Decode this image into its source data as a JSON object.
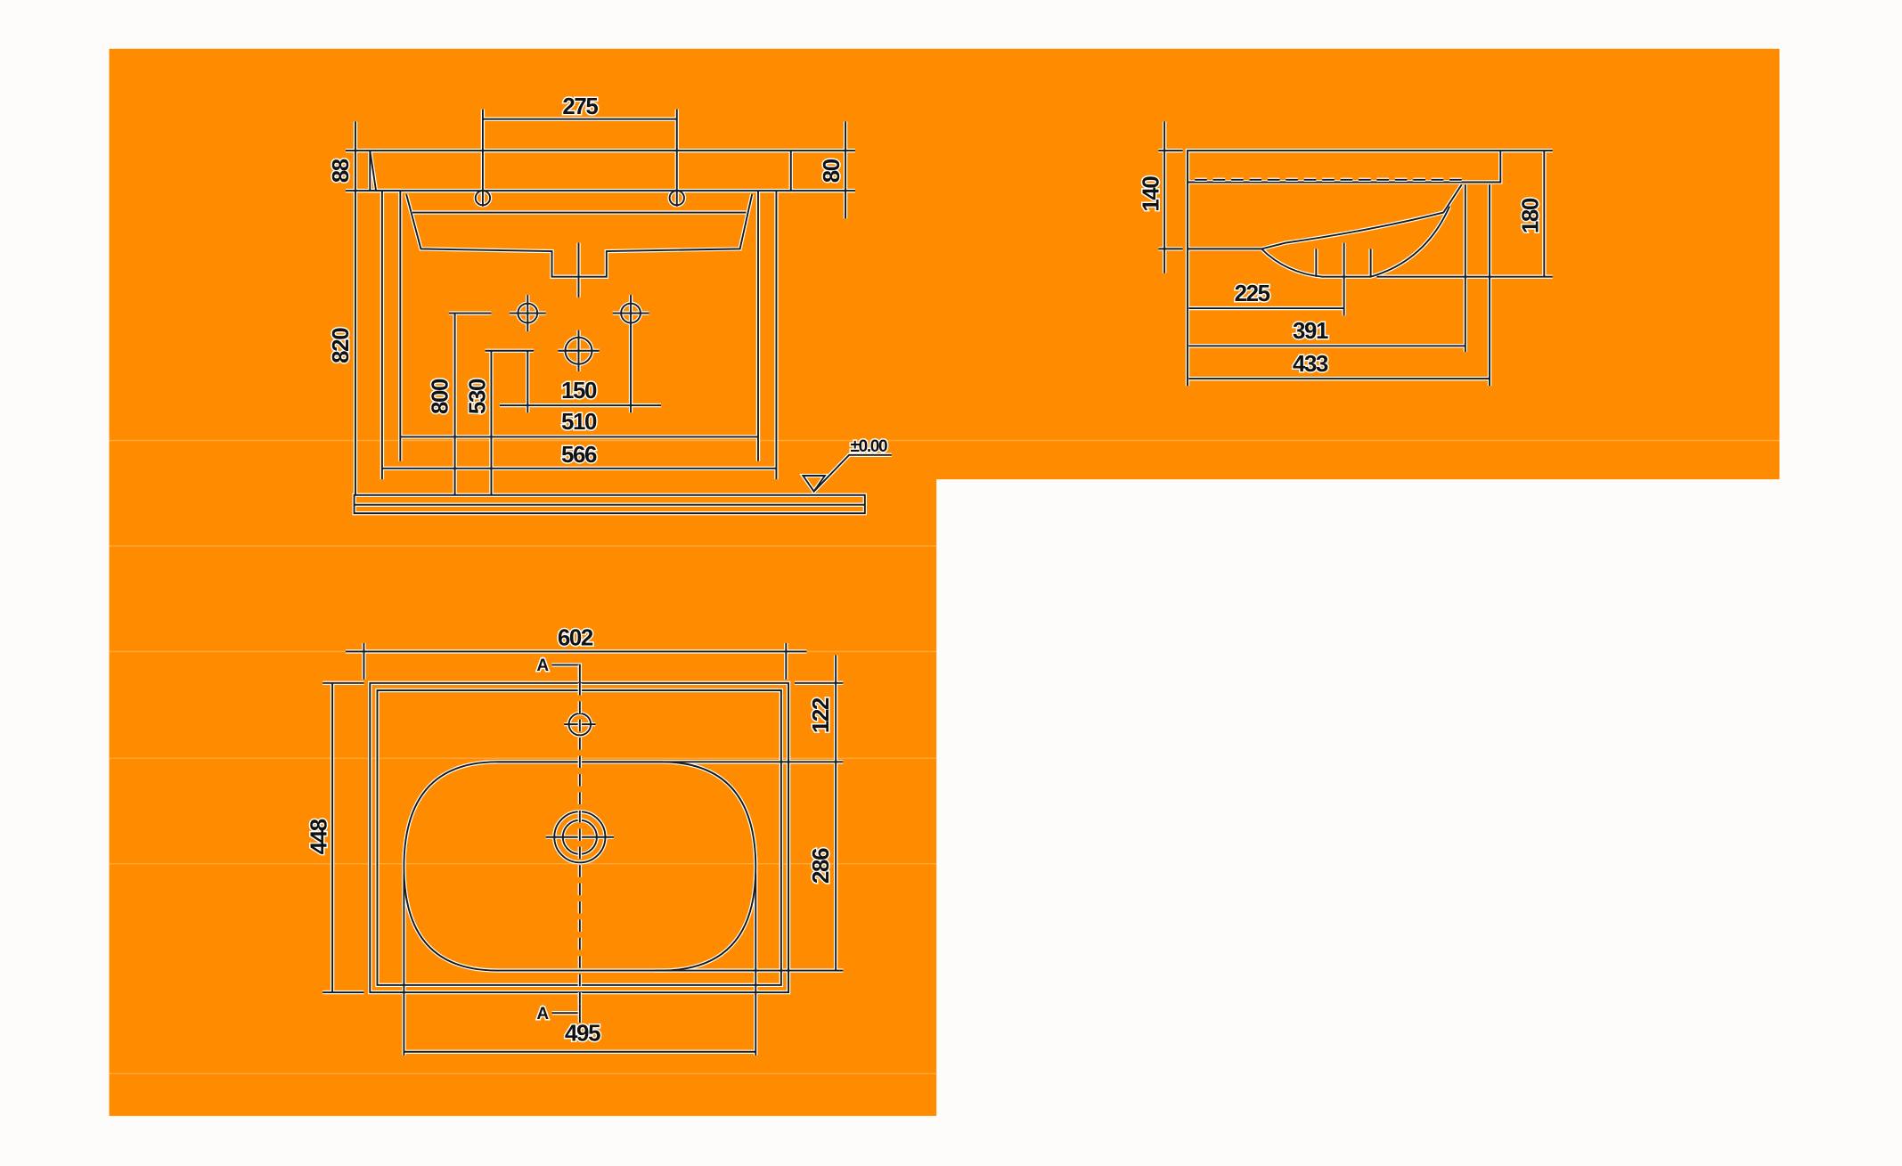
{
  "colors": {
    "background": "#fefcfa",
    "panel": "#ff8c00",
    "line": "#1a1a1a",
    "halo": "#ffffff"
  },
  "front_view": {
    "dims": {
      "tap_spacing": "275",
      "rim_left": "88",
      "rim_right": "80",
      "total_height": "820",
      "supply_height": "800",
      "drain_height": "530",
      "supply_spacing": "150",
      "inner_width": "510",
      "outer_width": "566",
      "floor_level": "±0.00"
    }
  },
  "side_view": {
    "dims": {
      "rim_height": "140",
      "overall_height": "180",
      "drain_offset": "225",
      "bowl_depth": "391",
      "overall_depth": "433"
    }
  },
  "plan_view": {
    "dims": {
      "overall_width": "602",
      "overall_depth": "448",
      "tap_offset": "122",
      "bowl_length": "286",
      "bowl_width": "495"
    },
    "section_marks": [
      "A",
      "A"
    ]
  }
}
